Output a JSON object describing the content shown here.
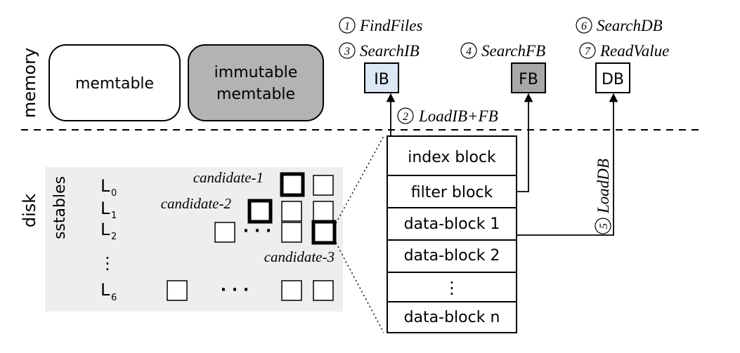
{
  "regions": {
    "memory_label": "memory",
    "disk_label": "disk",
    "sstables_label": "sstables"
  },
  "memory": {
    "memtable": "memtable",
    "immutable_line1": "immutable",
    "immutable_line2": "memtable",
    "immutable_fill": "#b3b3b3"
  },
  "blocks": {
    "ib": {
      "label": "IB",
      "fill": "#dbe8f6"
    },
    "fb": {
      "label": "FB",
      "fill": "#a8a8a8"
    },
    "db": {
      "label": "DB",
      "fill": "#ffffff"
    }
  },
  "steps": {
    "s1": {
      "num": "1",
      "text": "FindFiles"
    },
    "s3": {
      "num": "3",
      "text": "SearchIB"
    },
    "s4": {
      "num": "4",
      "text": "SearchFB"
    },
    "s6": {
      "num": "6",
      "text": "SearchDB"
    },
    "s7": {
      "num": "7",
      "text": "ReadValue"
    },
    "s2": {
      "num": "2",
      "text": "LoadIB+FB"
    },
    "s5": {
      "num": "5",
      "text": "LoadDB"
    }
  },
  "levels": [
    {
      "letter": "L",
      "sub": "0"
    },
    {
      "letter": "L",
      "sub": "1"
    },
    {
      "letter": "L",
      "sub": "2"
    },
    {
      "letter": "L",
      "sub": "6"
    }
  ],
  "vertical_ellipsis": "⋮",
  "dots": "· · ·",
  "candidates": {
    "c1": "candidate-1",
    "c2": "candidate-2",
    "c3": "candidate-3"
  },
  "sstable": {
    "rows": [
      "index block",
      "filter block",
      "data-block 1",
      "data-block 2",
      "⋮",
      "data-block n"
    ]
  },
  "colors": {
    "disk_panel": "#eeeeee",
    "stroke": "#000000"
  }
}
